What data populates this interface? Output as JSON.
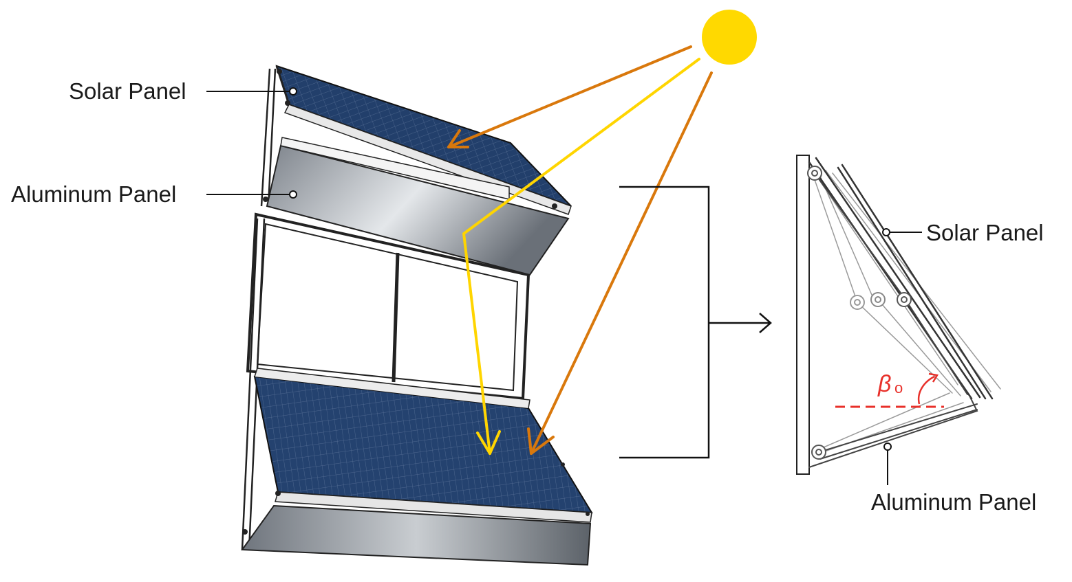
{
  "labels": {
    "left_solar": "Solar Panel",
    "left_aluminum": "Aluminum Panel",
    "right_solar": "Solar Panel",
    "right_aluminum": "Aluminum Panel",
    "angle_symbol": "β",
    "angle_subscript": "o"
  },
  "colors": {
    "sun": "#ffd900",
    "reflected_ray": "#ffd500",
    "direct_ray": "#d9780c",
    "angle_marker": "#e8302a",
    "solar_cell": "#1f3f6e",
    "aluminum": "#9aa0a8"
  }
}
